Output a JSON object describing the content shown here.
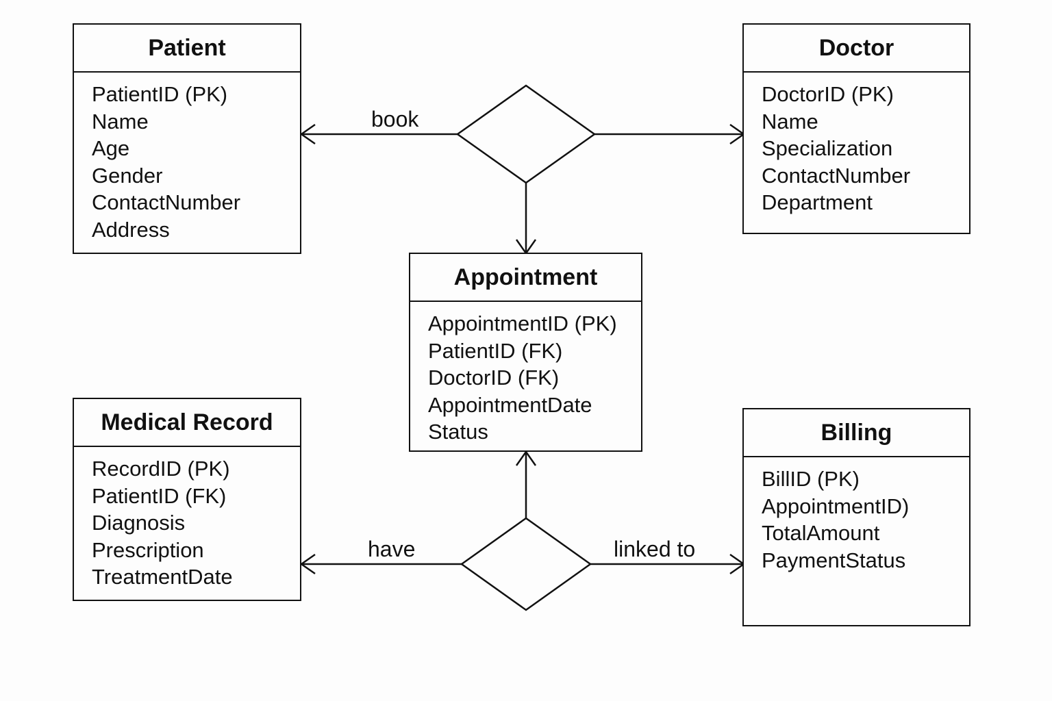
{
  "entities": {
    "patient": {
      "title": "Patient",
      "attributes": [
        "PatientID (PK)",
        "Name",
        "Age",
        "Gender",
        "ContactNumber",
        "Address"
      ]
    },
    "doctor": {
      "title": "Doctor",
      "attributes": [
        "DoctorID (PK)",
        "Name",
        "Specialization",
        "ContactNumber",
        "Department"
      ]
    },
    "appointment": {
      "title": "Appointment",
      "attributes": [
        "AppointmentID (PK)",
        "PatientID (FK)",
        "DoctorID (FK)",
        "AppointmentDate",
        "Status"
      ]
    },
    "medical_record": {
      "title": "Medical Record",
      "attributes": [
        "RecordID (PK)",
        "PatientID (FK)",
        "Diagnosis",
        "Prescription",
        "TreatmentDate"
      ]
    },
    "billing": {
      "title": "Billing",
      "attributes": [
        "BillID (PK)",
        "AppointmentID)",
        "TotalAmount",
        "PaymentStatus"
      ]
    }
  },
  "relationships": {
    "book": {
      "label": "book"
    },
    "have": {
      "label": "have"
    },
    "linked_to": {
      "label": "linked to"
    }
  }
}
